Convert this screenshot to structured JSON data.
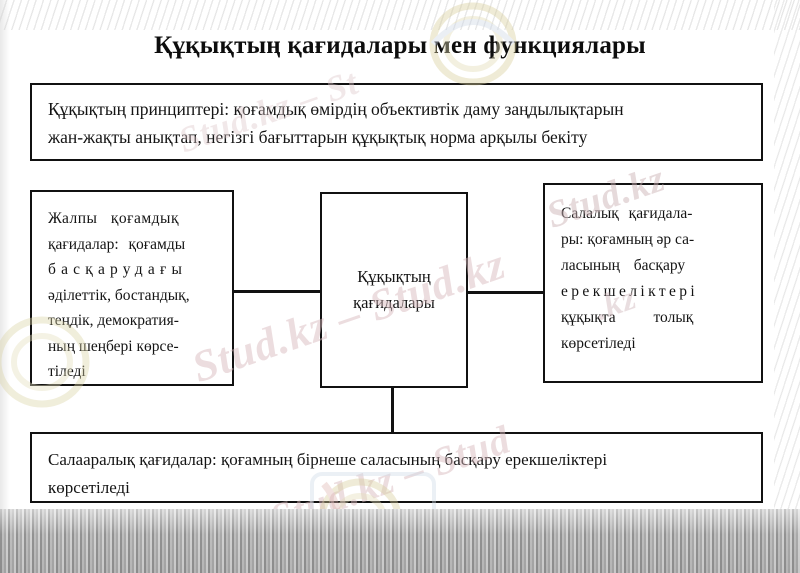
{
  "document": {
    "title": "Құқықтың қағидалары мен функциялары",
    "language": "kk"
  },
  "chart_data": {
    "type": "diagram",
    "title": "Құқықтың қағидалары мен функциялары",
    "layout": "hierarchical-flow",
    "nodes": [
      {
        "id": "principles-definition",
        "role": "header-box",
        "position": "top",
        "lines": [
          "Құқықтың принциптері: қоғамдық өмірдің объективтік даму заңдылықтарын",
          "жан-жақты анықтап, негізгі бағыттарын құқықтық норма арқылы бекіту"
        ]
      },
      {
        "id": "general-principles",
        "role": "branch-box",
        "position": "left",
        "lines": [
          "Жалпы қоғамдық",
          "қағидалар: қоғамды",
          "басқарудағы",
          "әділеттік, бостандық,",
          "теңдік, демократия-",
          "ның шеңбері көрсе-",
          "тіледі"
        ]
      },
      {
        "id": "law-principles-center",
        "role": "center-box",
        "position": "center",
        "lines": [
          "Құқықтың",
          "қағидалары"
        ]
      },
      {
        "id": "field-principles",
        "role": "branch-box",
        "position": "right",
        "lines": [
          "Салалық қағидала-",
          "ры: қоғамның әр са-",
          "ласының басқару",
          "ерекшеліктері",
          "құқықта толық",
          "көрсетіледі"
        ]
      },
      {
        "id": "interbranch-principles",
        "role": "footer-box",
        "position": "bottom",
        "lines": [
          "Салааралық қағидалар: қоғамның бірнеше саласының басқару ерекшеліктері",
          "көрсетіледі"
        ]
      }
    ],
    "edges": [
      {
        "from": "general-principles",
        "to": "law-principles-center",
        "style": "horizontal-line"
      },
      {
        "from": "law-principles-center",
        "to": "field-principles",
        "style": "horizontal-line"
      },
      {
        "from": "law-principles-center",
        "to": "interbranch-principles",
        "style": "vertical-line"
      }
    ],
    "colors": {
      "ink": "#111111",
      "page": "#ffffff",
      "watermark": "#d8b9bd",
      "scan_band": "#9b9b9b"
    }
  },
  "watermark": {
    "text_a": "Stud.kz – Stud.kz",
    "text_b": "Stud.kz – Stud",
    "text_c": "Stud.kz",
    "text_d": ".kz",
    "text_e": "Stud.kz",
    "text_f": "Stud.kz – St"
  }
}
